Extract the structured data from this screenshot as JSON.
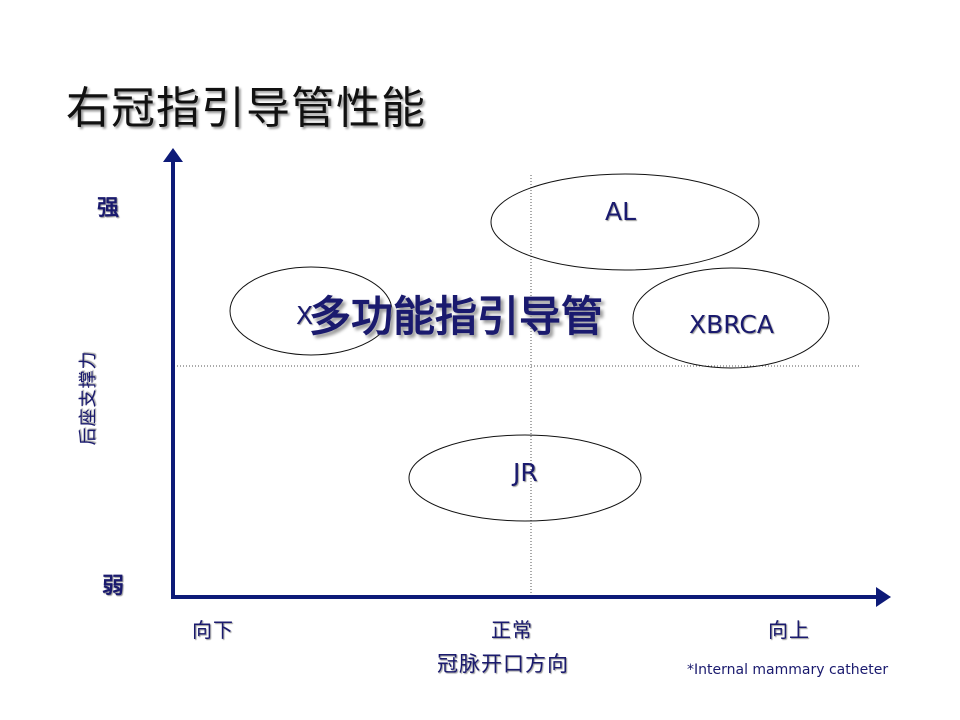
{
  "slide": {
    "title": "右冠指引导管性能",
    "overlay_text": "多功能指引导管",
    "footnote": "*Internal mammary catheter"
  },
  "axes": {
    "y_title": "后座支撑力",
    "y_high": "强",
    "y_low": "弱",
    "x_title": "冠脉开口方向",
    "x_left": "向下",
    "x_mid": "正常",
    "x_right": "向上"
  },
  "regions": {
    "al": "AL",
    "xbrca": "XBRCA",
    "jr": "JR",
    "left_partial": "X"
  },
  "colors": {
    "axis": "#0d1a78",
    "text": "#1a1a6e",
    "ellipse_stroke": "#111111"
  }
}
